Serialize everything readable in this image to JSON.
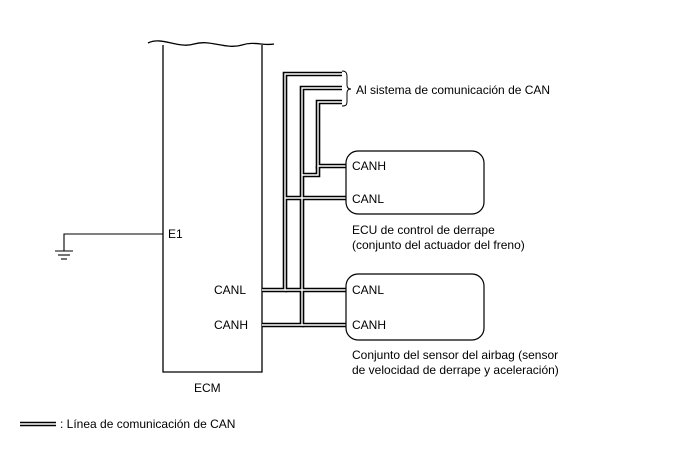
{
  "ecm": {
    "name": "ECM",
    "pin_ground": "E1",
    "pin_canl": "CANL",
    "pin_canh": "CANH"
  },
  "can_system": {
    "label": "Al sistema de comunicación de CAN"
  },
  "skid_control_ecu": {
    "pin_canh": "CANH",
    "pin_canl": "CANL",
    "caption_line1": "ECU de control de derrape",
    "caption_line2": "(conjunto del actuador del freno)"
  },
  "airbag_sensor": {
    "pin_canl": "CANL",
    "pin_canh": "CANH",
    "caption_line1": "Conjunto del sensor del airbag (sensor",
    "caption_line2": "de velocidad de derrape y aceleración)"
  },
  "legend": {
    "text": ": Línea de comunicación de CAN"
  },
  "colors": {
    "line": "#000000",
    "background": "#ffffff"
  }
}
